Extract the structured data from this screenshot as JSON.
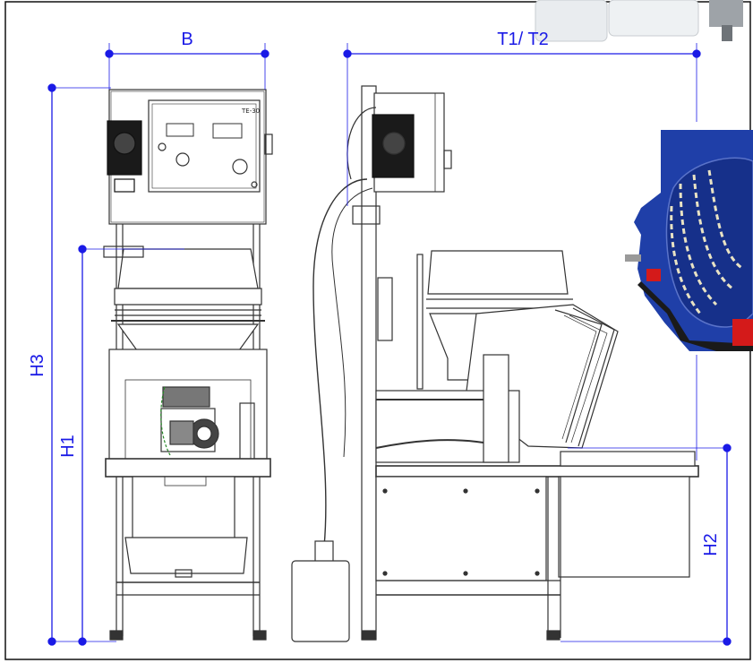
{
  "colors": {
    "dimension": "#1a1ae6",
    "frame": "#111111",
    "machine_line": "#333333",
    "cutaway_blue": "#1f3fa8",
    "cutaway_red": "#d41a1a"
  },
  "dimensions": {
    "width": "B",
    "depth": "T1/ T2",
    "total_height": "H3",
    "working_height": "H1",
    "discharge_height": "H2"
  },
  "control_panel": {
    "model_label": "TE-30"
  },
  "icons": {
    "front_view": "machine-front-view-icon",
    "side_view": "machine-side-view-icon",
    "detail": "bowl-cutaway-detail-icon",
    "canister": "liquid-canister-icon"
  }
}
